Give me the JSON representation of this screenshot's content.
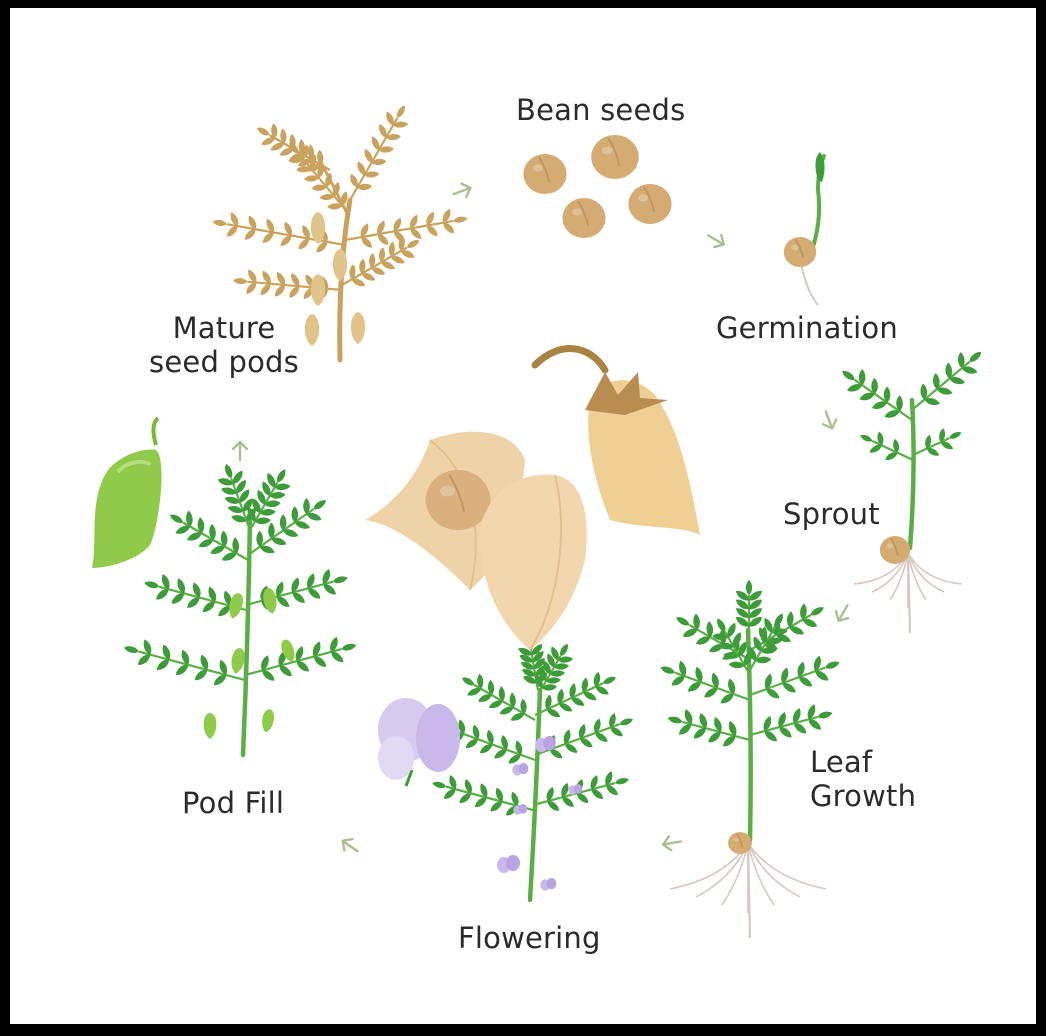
{
  "stages": [
    {
      "id": "bean-seeds",
      "label": "Bean seeds"
    },
    {
      "id": "germination",
      "label": "Germination"
    },
    {
      "id": "sprout",
      "label": "Sprout"
    },
    {
      "id": "leaf-growth",
      "label": "Leaf\nGrowth"
    },
    {
      "id": "flowering",
      "label": "Flowering"
    },
    {
      "id": "pod-fill",
      "label": "Pod Fill"
    },
    {
      "id": "mature-seed-pods",
      "label": "Mature\nseed pods"
    }
  ],
  "colors": {
    "seed": "#d4ac73",
    "seed_dark": "#b98c52",
    "leaf": "#3e9b3a",
    "stem": "#5aae46",
    "green_pod": "#8fca4a",
    "dry_plant": "#c9a35e",
    "flower": "#c9b8ea",
    "arrow": "#a9c190",
    "pod_tan": "#efd3a8",
    "root": "#d8c7c0",
    "border": "#000000"
  },
  "icons": [
    "arrow-icon",
    "seed-icon",
    "leaf-icon",
    "flower-icon",
    "pod-icon"
  ]
}
